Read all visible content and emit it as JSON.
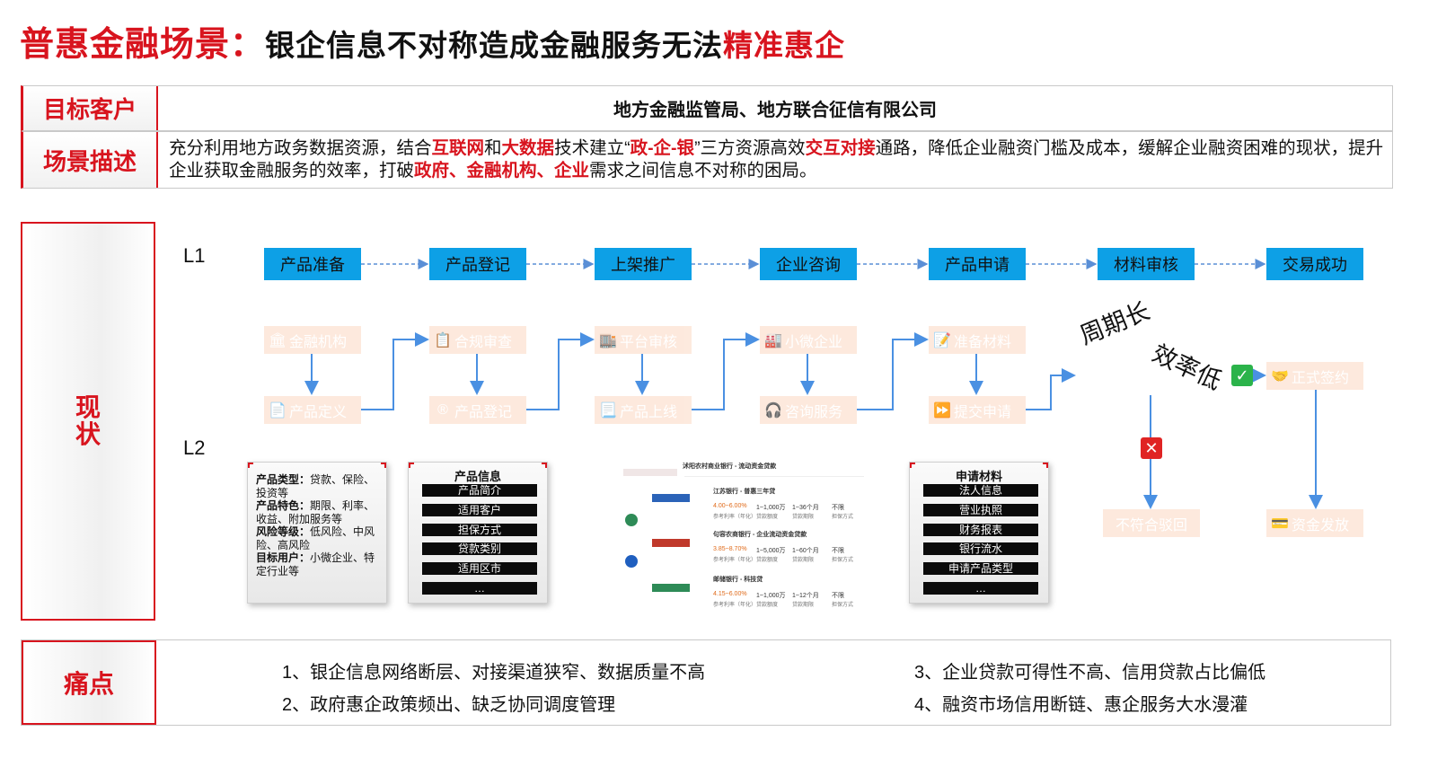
{
  "title": {
    "part1": "普惠金融场景：",
    "part2": "银企信息不对称造成金融服务无法",
    "part3": "精准惠企"
  },
  "info": {
    "customer_label": "目标客户",
    "customer_value": "地方金融监管局、地方联合征信有限公司",
    "scene_label": "场景描述",
    "scene_text": {
      "s1": "充分利用地方政务数据资源，结合",
      "h1": "互联网",
      "s2": "和",
      "h2": "大数据",
      "s3": "技术建立“",
      "h3": "政-企-银",
      "s4": "”三方资源高效",
      "h4": "交互对接",
      "s5": "通路，降低企业融资门槛及成本，缓解企业融资困难的现状，提升企业获取金融服务的效率，打破",
      "h5": "政府、金融机构、企业",
      "s6": "需求之间信息不对称的困局。"
    }
  },
  "status": {
    "label_1": "现",
    "label_2": "状",
    "l1_label": "L1",
    "l2_label": "L2",
    "l1_steps": [
      "产品准备",
      "产品登记",
      "上架推广",
      "企业咨询",
      "产品申请",
      "材料审核",
      "交易成功"
    ],
    "l2_top": [
      "金融机构",
      "合规审查",
      "平台审核",
      "小微企业",
      "准备材料"
    ],
    "l2_bottom": [
      "产品定义",
      "产品登记",
      "产品上线",
      "咨询服务",
      "提交申请"
    ],
    "l2_sign": "正式签约",
    "l2_reject": "不符合驳回",
    "l2_loan": "资金发放",
    "note_cycle": "周期长",
    "note_eff": "效率低",
    "product_card": {
      "rows": [
        {
          "k": "产品类型：",
          "v": "贷款、保险、投资等"
        },
        {
          "k": "产品特色：",
          "v": "期限、利率、收益、附加服务等"
        },
        {
          "k": "风险等级：",
          "v": "低风险、中风险、高风险"
        },
        {
          "k": "目标用户：",
          "v": "小微企业、特定行业等"
        }
      ]
    },
    "info_card": {
      "title": "产品信息",
      "items": [
        "产品简介",
        "适用客户",
        "担保方式",
        "贷款类别",
        "适用区市",
        "…"
      ]
    },
    "bank_card": {
      "header": "沭阳农村商业银行 - 流动资金贷款",
      "rows": [
        {
          "name": "江苏银行 - 普惠三年贷",
          "rate": "4.00~6.00%",
          "amt": "1~1,000万",
          "term": "1~36个月",
          "way": "不限"
        },
        {
          "name": "句容农商银行 - 企业流动资金贷款",
          "rate": "3.85~8.70%",
          "amt": "1~5,000万",
          "term": "1~60个月",
          "way": "不限"
        },
        {
          "name": "邮储银行 - 科技贷",
          "rate": "4.15~6.00%",
          "amt": "1~1,000万",
          "term": "1~12个月",
          "way": "不限"
        }
      ],
      "sub": [
        "参考利率（年化）",
        "贷款额度",
        "贷款期限",
        "担保方式"
      ]
    },
    "material_card": {
      "title": "申请材料",
      "items": [
        "法人信息",
        "营业执照",
        "财务报表",
        "银行流水",
        "申请产品类型",
        "…"
      ]
    }
  },
  "pain": {
    "label": "痛点",
    "items": [
      "1、银企信息网络断层、对接渠道狭窄、数据质量不高",
      "2、政府惠企政策频出、缺乏协同调度管理",
      "3、企业贷款可得性不高、信用贷款占比偏低",
      "4、融资市场信用断链、惠企服务大水漫灌"
    ]
  },
  "colors": {
    "accent_red": "#d8141e",
    "l1_blue": "#0da0e6",
    "flow_blue": "#4a90e2",
    "faded_orange": "#fde6d8"
  }
}
